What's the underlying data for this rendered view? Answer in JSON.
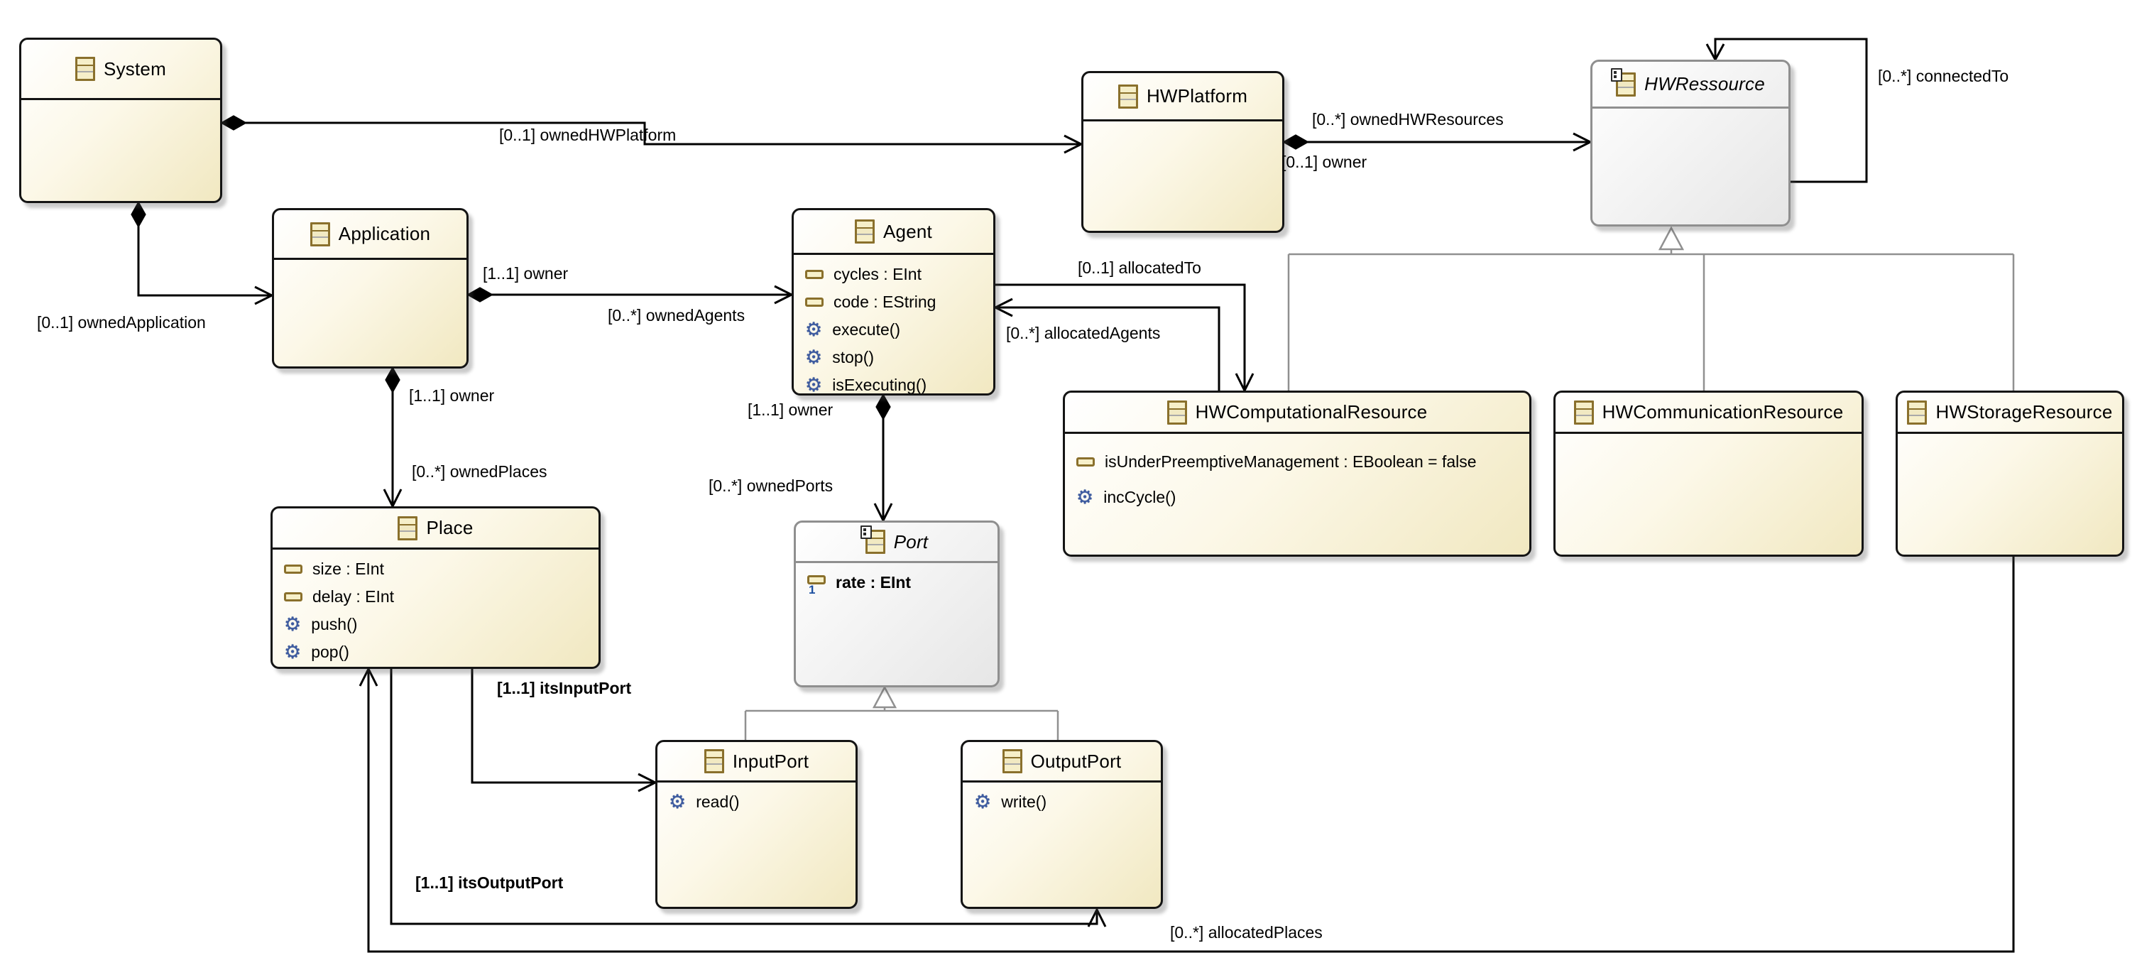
{
  "diagram_type": "ecore-class-diagram",
  "colors": {
    "class_fill_start": "#ffffff",
    "class_fill_end": "#f1e8c1",
    "class_border": "#141414",
    "abstract_fill_end": "#e6e6e6",
    "abstract_border": "#8f8f8f",
    "generalization_line": "#909090",
    "edge_line": "#000000",
    "icon_fill": "#f6efc9",
    "icon_border": "#8a702c",
    "operation_icon_color": "#3c5aa0",
    "required_badge_color": "#1c4fa0"
  },
  "icons": {
    "gear": "⚙",
    "required_badge": "1"
  },
  "classes": [
    {
      "id": "system",
      "name": "System",
      "abstract": false,
      "attributes": [],
      "operations": []
    },
    {
      "id": "hwplatform",
      "name": "HWPlatform",
      "abstract": false,
      "attributes": [],
      "operations": []
    },
    {
      "id": "hwressource",
      "name": "HWRessource",
      "abstract": true,
      "attributes": [],
      "operations": []
    },
    {
      "id": "application",
      "name": "Application",
      "abstract": false,
      "attributes": [],
      "operations": []
    },
    {
      "id": "agent",
      "name": "Agent",
      "abstract": false,
      "attributes": [
        "cycles : EInt",
        "code : EString"
      ],
      "operations": [
        "execute()",
        "stop()",
        "isExecuting()"
      ]
    },
    {
      "id": "hwcomputational",
      "name": "HWComputationalResource",
      "abstract": false,
      "attributes": [
        "isUnderPreemptiveManagement : EBoolean = false"
      ],
      "operations": [
        "incCycle()"
      ]
    },
    {
      "id": "hwcommunication",
      "name": "HWCommunicationResource",
      "abstract": false,
      "attributes": [],
      "operations": []
    },
    {
      "id": "hwstorage",
      "name": "HWStorageResource",
      "abstract": false,
      "attributes": [],
      "operations": []
    },
    {
      "id": "place",
      "name": "Place",
      "abstract": false,
      "attributes": [
        "size : EInt",
        "delay : EInt"
      ],
      "operations": [
        "push()",
        "pop()"
      ]
    },
    {
      "id": "port",
      "name": "Port",
      "abstract": true,
      "attributes": [
        "rate : EInt"
      ],
      "operations": []
    },
    {
      "id": "inputport",
      "name": "InputPort",
      "abstract": false,
      "attributes": [],
      "operations": [
        "read()"
      ]
    },
    {
      "id": "outputport",
      "name": "OutputPort",
      "abstract": false,
      "attributes": [],
      "operations": [
        "write()"
      ]
    }
  ],
  "labels": {
    "ownedHWPlatform": "[0..1] ownedHWPlatform",
    "ownedHWResources": "[0..*] ownedHWResources",
    "owner_hwplatform": "[0..1] owner",
    "connectedTo": "[0..*] connectedTo",
    "ownedApplication": "[0..1] ownedApplication",
    "owner_app_agent": "[1..1] owner",
    "ownedAgents": "[0..*] ownedAgents",
    "allocatedTo": "[0..1] allocatedTo",
    "allocatedAgents": "[0..*] allocatedAgents",
    "owner_app_place": "[1..1] owner",
    "ownedPlaces": "[0..*] ownedPlaces",
    "owner_agent_port": "[1..1] owner",
    "ownedPorts": "[0..*] ownedPorts",
    "itsInputPort": "[1..1] itsInputPort",
    "itsOutputPort": "[1..1] itsOutputPort",
    "allocatedPlaces": "[0..*] allocatedPlaces"
  }
}
